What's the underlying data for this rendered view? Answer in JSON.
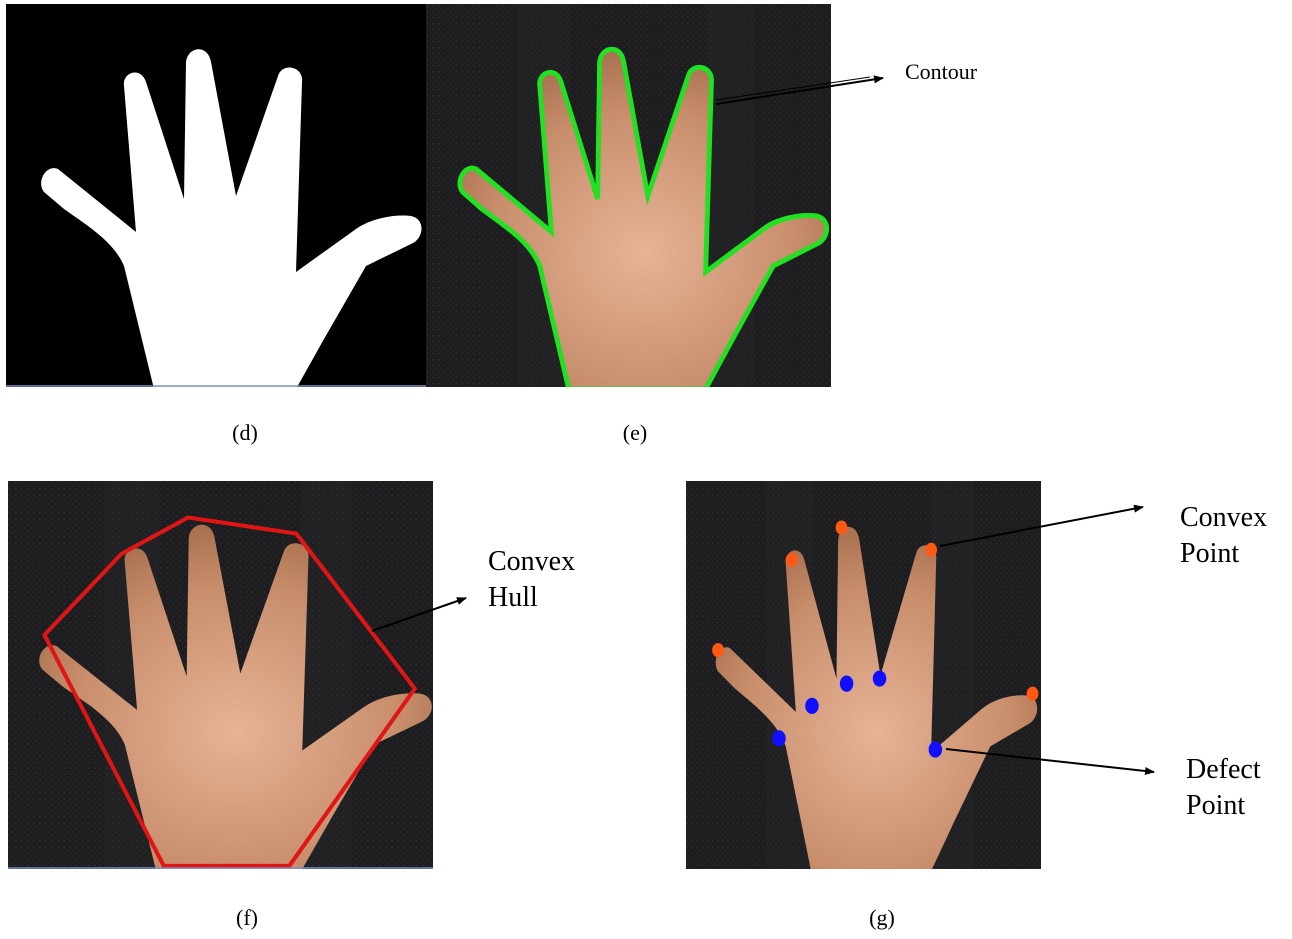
{
  "captions": {
    "d": "(d)",
    "e": "(e)",
    "f": "(f)",
    "g": "(g)"
  },
  "labels": {
    "contour": "Contour",
    "convex_hull_line1": "Convex",
    "convex_hull_line2": "Hull",
    "convex_point_line1": "Convex",
    "convex_point_line2": "Point",
    "defect_point_line1": "Defect",
    "defect_point_line2": "Point"
  },
  "colors": {
    "contour": "#22e022",
    "hull": "#e01515",
    "convex_point": "#ff5a14",
    "defect_point": "#1010ff",
    "skin": "#cf9a78",
    "background": "#1c1c1e"
  }
}
